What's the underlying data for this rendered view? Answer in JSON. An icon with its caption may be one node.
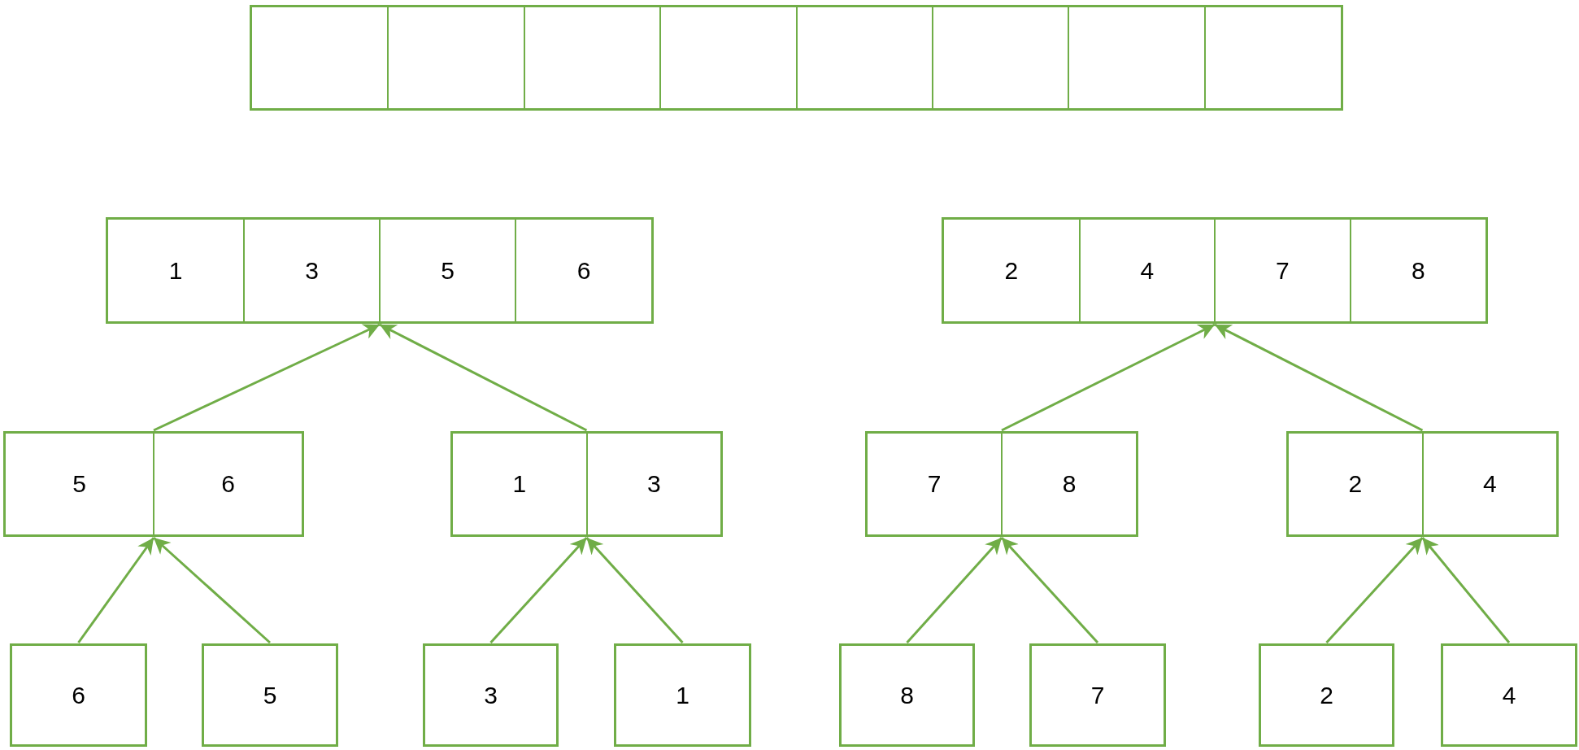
{
  "diagram": {
    "nodes": [
      {
        "text": [],
        "shape": "box"
      },
      {
        "text": [],
        "shape": "box",
        "in": 0
      },
      {
        "text": [],
        "shape": "box",
        "in": 0
      },
      {
        "text": [],
        "shape": "box",
        "in": 0
      },
      {
        "text": [],
        "shape": "box",
        "in": 0
      },
      {
        "text": [],
        "shape": "box",
        "in": 0
      },
      {
        "text": [],
        "shape": "box",
        "in": 0
      },
      {
        "text": [],
        "shape": "box",
        "in": 0
      },
      {
        "text": [],
        "shape": "box",
        "in": 0
      },
      {
        "text": [],
        "shape": "box"
      },
      {
        "text": [
          "1"
        ],
        "in": 9
      },
      {
        "text": [
          "3"
        ],
        "in": 9
      },
      {
        "text": [
          "5"
        ],
        "in": 9
      },
      {
        "text": [
          "6"
        ],
        "in": 9
      },
      {
        "text": [],
        "shape": "box"
      },
      {
        "text": [
          "2"
        ],
        "in": 14
      },
      {
        "text": [
          "4"
        ],
        "in": 14
      },
      {
        "text": [
          "7"
        ],
        "in": 14
      },
      {
        "text": [
          "8"
        ],
        "in": 14
      },
      {
        "text": [],
        "shape": "box"
      },
      {
        "text": [
          "5"
        ],
        "in": 19
      },
      {
        "text": [
          "6"
        ],
        "in": 19
      },
      {
        "text": [],
        "shape": "box"
      },
      {
        "text": [
          "1"
        ],
        "in": 22
      },
      {
        "text": [
          "3"
        ],
        "in": 22
      },
      {
        "text": [],
        "shape": "box"
      },
      {
        "text": [
          "7"
        ],
        "in": 25
      },
      {
        "text": [
          "8"
        ],
        "in": 25
      },
      {
        "text": [],
        "shape": "box"
      },
      {
        "text": [
          "2"
        ],
        "in": 28
      },
      {
        "text": [
          "4"
        ],
        "in": 28
      },
      {
        "text": [
          "6"
        ]
      },
      {
        "text": [
          "5"
        ]
      },
      {
        "text": [
          "3"
        ]
      },
      {
        "text": [
          "1"
        ]
      },
      {
        "text": [
          "8"
        ]
      },
      {
        "text": [
          "7"
        ]
      },
      {
        "text": [
          "2"
        ]
      },
      {
        "text": [
          "4"
        ]
      }
    ],
    "edges": [
      {
        "from": 31,
        "to": 19,
        "arrow": "to"
      },
      {
        "from": 32,
        "to": 19,
        "arrow": "to"
      },
      {
        "from": 33,
        "to": 22,
        "arrow": "to"
      },
      {
        "from": 34,
        "to": 22,
        "arrow": "to"
      },
      {
        "from": 35,
        "to": 25,
        "arrow": "to"
      },
      {
        "from": 36,
        "to": 25,
        "arrow": "to"
      },
      {
        "from": 37,
        "to": 28,
        "arrow": "to"
      },
      {
        "from": 38,
        "to": 28,
        "arrow": "to"
      },
      {
        "from": 19,
        "to": 9,
        "arrow": "to"
      },
      {
        "from": 22,
        "to": 9,
        "arrow": "to"
      },
      {
        "from": 25,
        "to": 14,
        "arrow": "to"
      },
      {
        "from": 28,
        "to": 14,
        "arrow": "to"
      }
    ]
  }
}
